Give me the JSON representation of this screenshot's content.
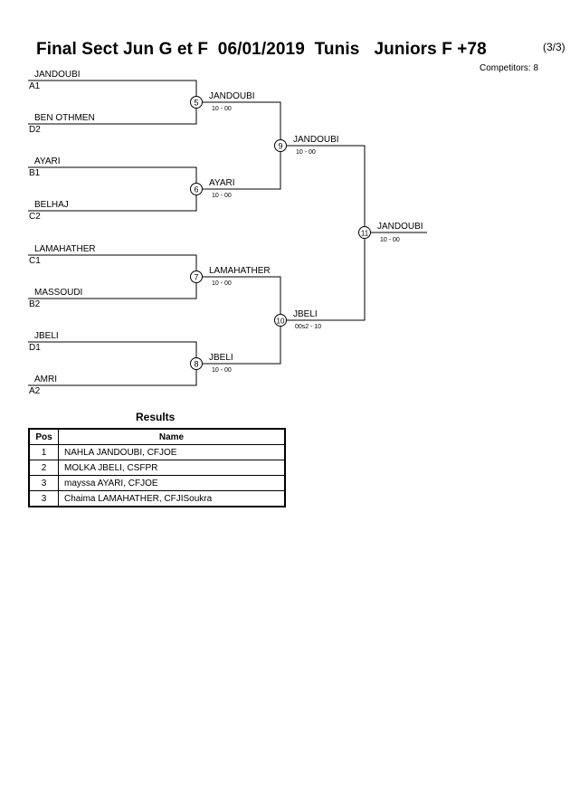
{
  "header": {
    "title": "Final Sect Jun G et F  06/01/2019  Tunis   Juniors F +78",
    "page_indicator": "(3/3)",
    "competitors": "Competitors: 8"
  },
  "bracket": {
    "round1": [
      {
        "name": "JANDOUBI",
        "seed": "A1"
      },
      {
        "name": "BEN OTHMEN",
        "seed": "D2"
      },
      {
        "name": "AYARI",
        "seed": "B1"
      },
      {
        "name": "BELHAJ",
        "seed": "C2"
      },
      {
        "name": "LAMAHATHER",
        "seed": "C1"
      },
      {
        "name": "MASSOUDI",
        "seed": "B2"
      },
      {
        "name": "JBELI",
        "seed": "D1"
      },
      {
        "name": "AMRI",
        "seed": "A2"
      }
    ],
    "matches": [
      {
        "num": "5",
        "winner": "JANDOUBI",
        "score": "10 - 00"
      },
      {
        "num": "6",
        "winner": "AYARI",
        "score": "10 - 00"
      },
      {
        "num": "7",
        "winner": "LAMAHATHER",
        "score": "10 - 00"
      },
      {
        "num": "8",
        "winner": "JBELI",
        "score": "10 - 00"
      },
      {
        "num": "9",
        "winner": "JANDOUBI",
        "score": "10 - 00"
      },
      {
        "num": "10",
        "winner": "JBELI",
        "score": "00s2 - 10"
      },
      {
        "num": "11",
        "winner": "JANDOUBI",
        "score": "10 - 00"
      }
    ]
  },
  "results": {
    "title": "Results",
    "headers": {
      "pos": "Pos",
      "name": "Name"
    },
    "rows": [
      {
        "pos": "1",
        "name": "NAHLA JANDOUBI, CFJOE"
      },
      {
        "pos": "2",
        "name": "MOLKA JBELI, CSFPR"
      },
      {
        "pos": "3",
        "name": "mayssa AYARI, CFJOE"
      },
      {
        "pos": "3",
        "name": "Chaima LAMAHATHER, CFJISoukra"
      }
    ]
  }
}
